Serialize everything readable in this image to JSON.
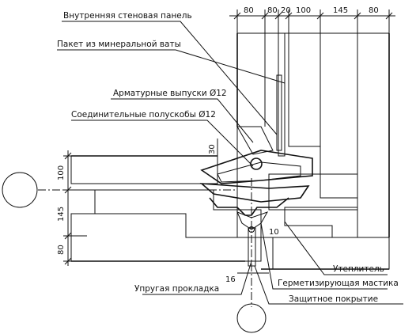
{
  "labels": {
    "inner_wall_panel": "Внутренняя стеновая панель",
    "mineral_wool": "Пакет из минеральной ваты",
    "rebar_outlets": "Арматурные выпуски Ø12",
    "connecting_brackets": "Соединительные полускобы Ø12",
    "insulation": "Утеплитель",
    "sealing_mastic": "Герметизирующая мастика",
    "elastic_gasket": "Упругая прокладка",
    "protective_coating": "Защитное покрытие"
  },
  "dimensions": {
    "top": [
      "80",
      "80",
      "20",
      "100",
      "145",
      "80"
    ],
    "left": [
      "100",
      "145",
      "80"
    ],
    "d30": "30",
    "d16": "16",
    "d10": "10"
  },
  "colors": {
    "line": "#111111",
    "background": "#ffffff"
  }
}
